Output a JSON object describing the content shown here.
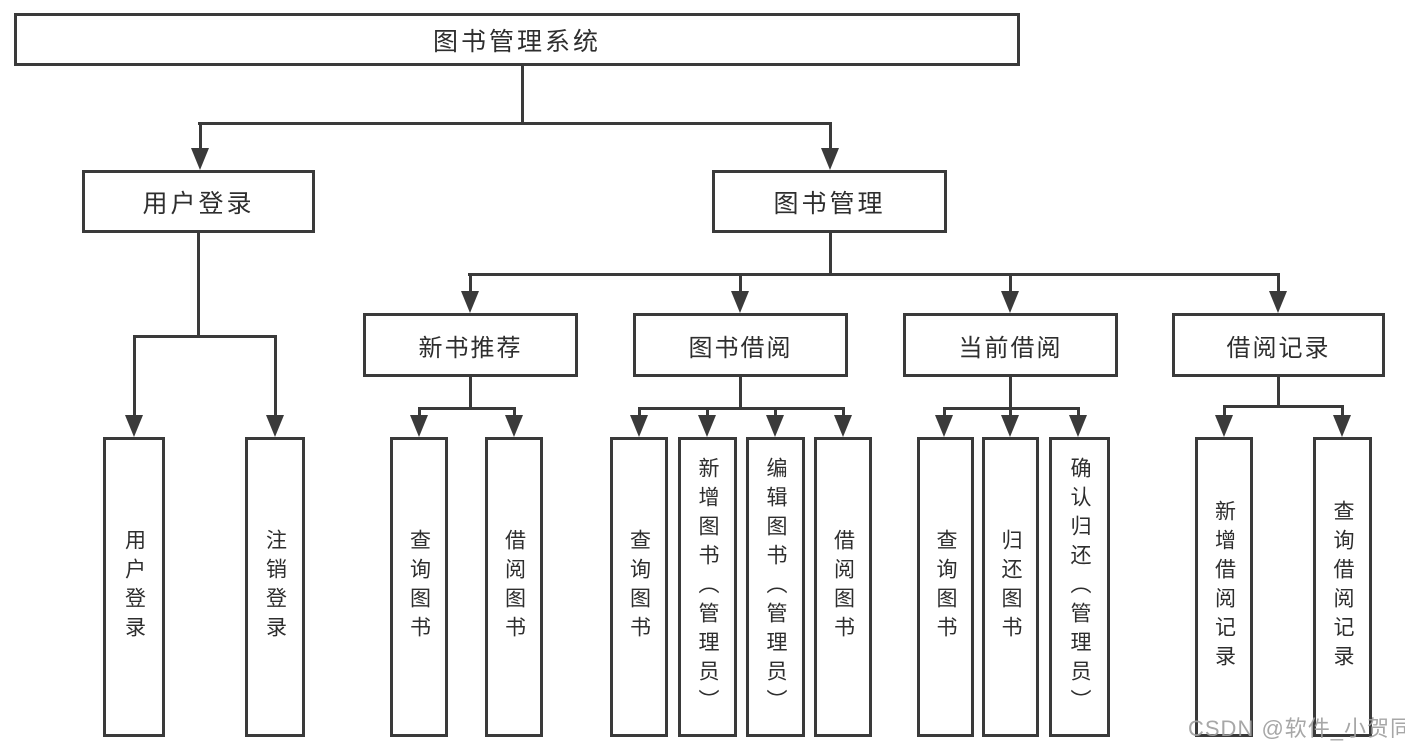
{
  "diagram": {
    "title": "图书管理系统",
    "branches": [
      {
        "label": "用户登录",
        "leaves": [
          "用户登录",
          "注销登录"
        ]
      },
      {
        "label": "图书管理",
        "sections": [
          {
            "label": "新书推荐",
            "leaves": [
              "查询图书",
              "借阅图书"
            ]
          },
          {
            "label": "图书借阅",
            "leaves": [
              "查询图书",
              "新增图书（管理员）",
              "编辑图书（管理员）",
              "借阅图书"
            ]
          },
          {
            "label": "当前借阅",
            "leaves": [
              "查询图书",
              "归还图书",
              "确认归还（管理员）"
            ]
          },
          {
            "label": "借阅记录",
            "leaves": [
              "新增借阅记录",
              "查询借阅记录"
            ]
          }
        ]
      }
    ]
  },
  "watermark": {
    "text": "CSDN @软件_小贺同学"
  },
  "colors": {
    "line": "#3a3a3a",
    "text": "#2e2e2e",
    "background": "#ffffff",
    "watermark": "#a0a0a0"
  }
}
